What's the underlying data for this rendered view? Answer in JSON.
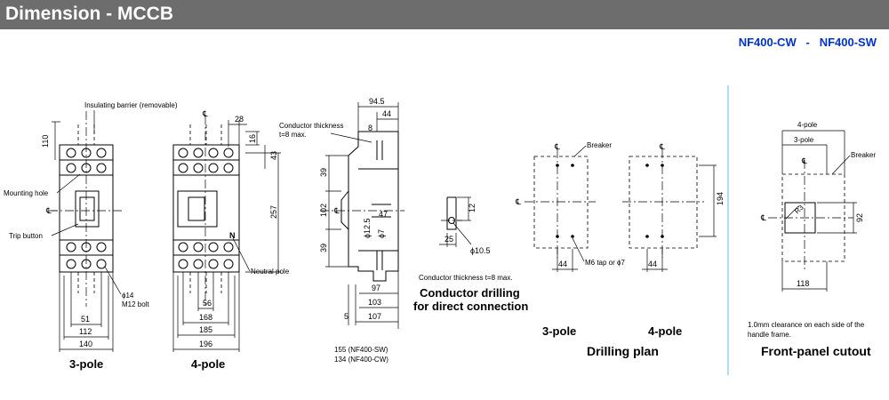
{
  "header": {
    "title": "Dimension - MCCB",
    "model_range": "NF400-CW   -   NF400-SW",
    "bar_color": "#6d6d6d",
    "accent_color": "#0033cc",
    "divider_color": "#7fc4e8"
  },
  "symbols": {
    "centerline": "℄"
  },
  "view_3pole": {
    "caption": "3-pole",
    "labels": {
      "insulating_barrier": "Insulating barrier (removable)",
      "mounting_hole": "Mounting hole",
      "trip_button": "Trip button",
      "phi14": "ϕ14",
      "m12_bolt": "M12 bolt"
    },
    "dims": {
      "d110": "110",
      "d51": "51",
      "d112": "112",
      "d140": "140"
    }
  },
  "view_4pole": {
    "caption": "4-pole",
    "labels": {
      "neutral_pole": "Neutral pole",
      "n_mark": "N"
    },
    "dims": {
      "d28": "28",
      "d16": "16",
      "d43": "43",
      "d257": "257",
      "d56": "56",
      "d168": "168",
      "d185": "185",
      "d196": "196"
    }
  },
  "view_side": {
    "labels": {
      "conductor_thickness": "Conductor thickness",
      "t8_max": "t=8 max.",
      "sw_depth": "155 (NF400-SW)",
      "cw_depth": "134 (NF400-CW)"
    },
    "dims": {
      "d94_5": "94.5",
      "d44": "44",
      "d8": "8",
      "d39a": "39",
      "d102": "102",
      "d39b": "39",
      "d47": "47",
      "d12_5": "ϕ12.5",
      "d7": "ϕ7",
      "d97": "97",
      "d103": "103",
      "d5": "5",
      "d107": "107"
    }
  },
  "conductor_drilling": {
    "caption_line1": "Conductor drilling",
    "caption_line2": "for direct connection",
    "note": "Conductor thickness t=8 max.",
    "dims": {
      "d12": "12",
      "d25": "25",
      "d10_5": "ϕ10.5"
    }
  },
  "drilling_plan": {
    "caption": "Drilling plan",
    "caption_3pole": "3-pole",
    "caption_4pole": "4-pole",
    "labels": {
      "breaker_3p": "Breaker",
      "m6_tap": "M6 tap or ϕ7"
    },
    "dims": {
      "d44_3p": "44",
      "d44_4p": "44",
      "d194": "194"
    }
  },
  "front_panel": {
    "caption": "Front-panel cutout",
    "labels": {
      "four_pole": "4-pole",
      "three_pole": "3-pole",
      "breaker": "Breaker",
      "r3": "R3"
    },
    "dims": {
      "d92": "92",
      "d118": "118"
    },
    "note_line1": "1.0mm clearance on each side of the",
    "note_line2": "handle frame."
  }
}
